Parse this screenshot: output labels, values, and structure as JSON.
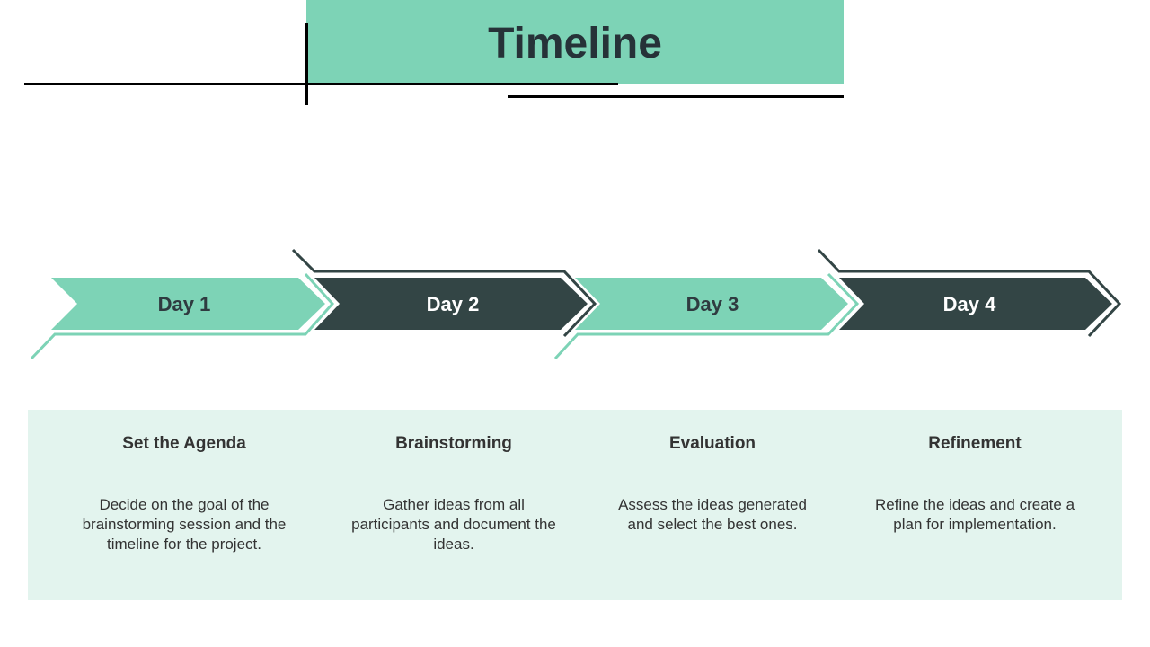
{
  "title": "Timeline",
  "colors": {
    "accent_green": "#7dd3b6",
    "dark": "#334545",
    "panel_bg": "#e3f4ee",
    "text": "#333333"
  },
  "days": [
    {
      "label": "Day 1",
      "style": "green"
    },
    {
      "label": "Day 2",
      "style": "dark"
    },
    {
      "label": "Day 3",
      "style": "green"
    },
    {
      "label": "Day 4",
      "style": "dark"
    }
  ],
  "steps": [
    {
      "title": "Set the Agenda",
      "description": "Decide on the goal of the brainstorming session and the timeline for the project."
    },
    {
      "title": "Brainstorming",
      "description": "Gather ideas from all participants and document the ideas."
    },
    {
      "title": "Evaluation",
      "description": "Assess the ideas generated and select the best ones."
    },
    {
      "title": "Refinement",
      "description": "Refine the ideas and create a plan for implementation."
    }
  ]
}
